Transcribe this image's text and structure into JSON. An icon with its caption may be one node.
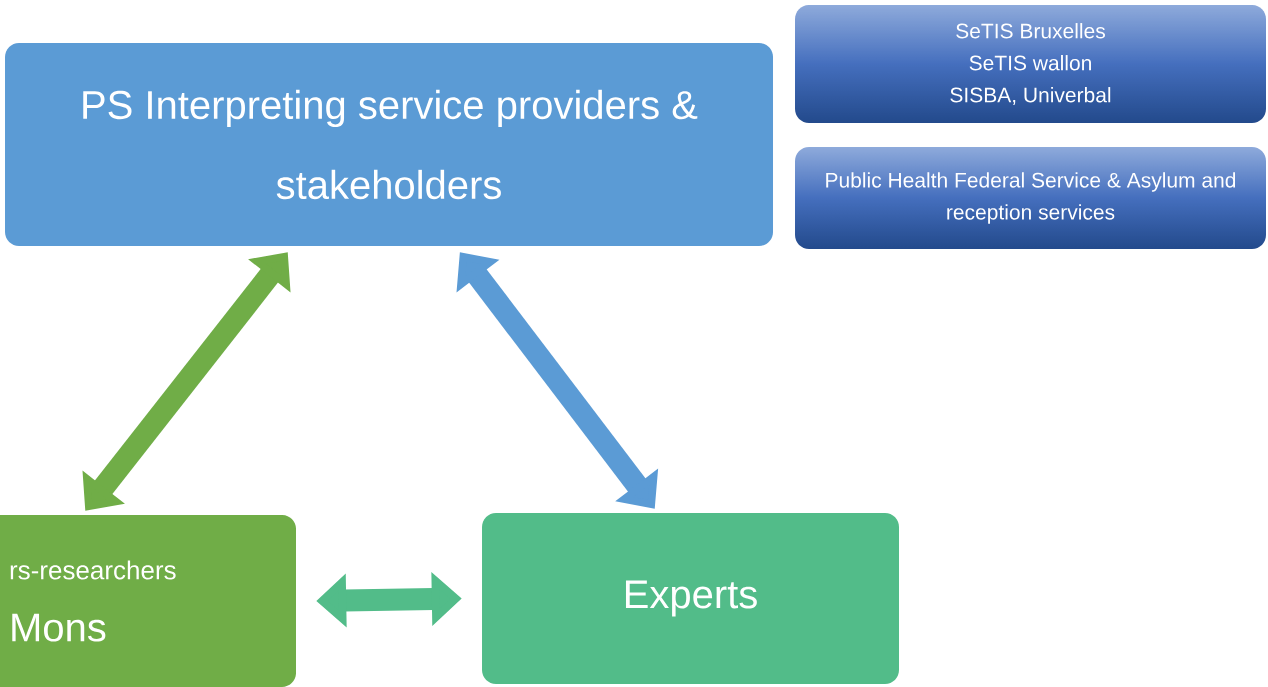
{
  "diagram": {
    "nodes": [
      {
        "text": [
          "PS Interpreting service providers & stakeholders"
        ]
      },
      {
        "text": [
          "SeTIS Bruxelles",
          "SeTIS wallon",
          "SISBA, Univerbal"
        ]
      },
      {
        "text": [
          "Public Health Federal Service & Asylum and reception services"
        ]
      },
      {
        "text": [
          "rs-researchers",
          "Mons"
        ]
      },
      {
        "text": [
          "Experts"
        ]
      }
    ],
    "edges": [
      {
        "from": 0,
        "to": 3,
        "arrow": "both",
        "color": "#70ad47"
      },
      {
        "from": 0,
        "to": 4,
        "arrow": "both",
        "color": "#5b9bd5"
      },
      {
        "from": 3,
        "to": 4,
        "arrow": "both",
        "color": "#52bc89"
      }
    ]
  }
}
